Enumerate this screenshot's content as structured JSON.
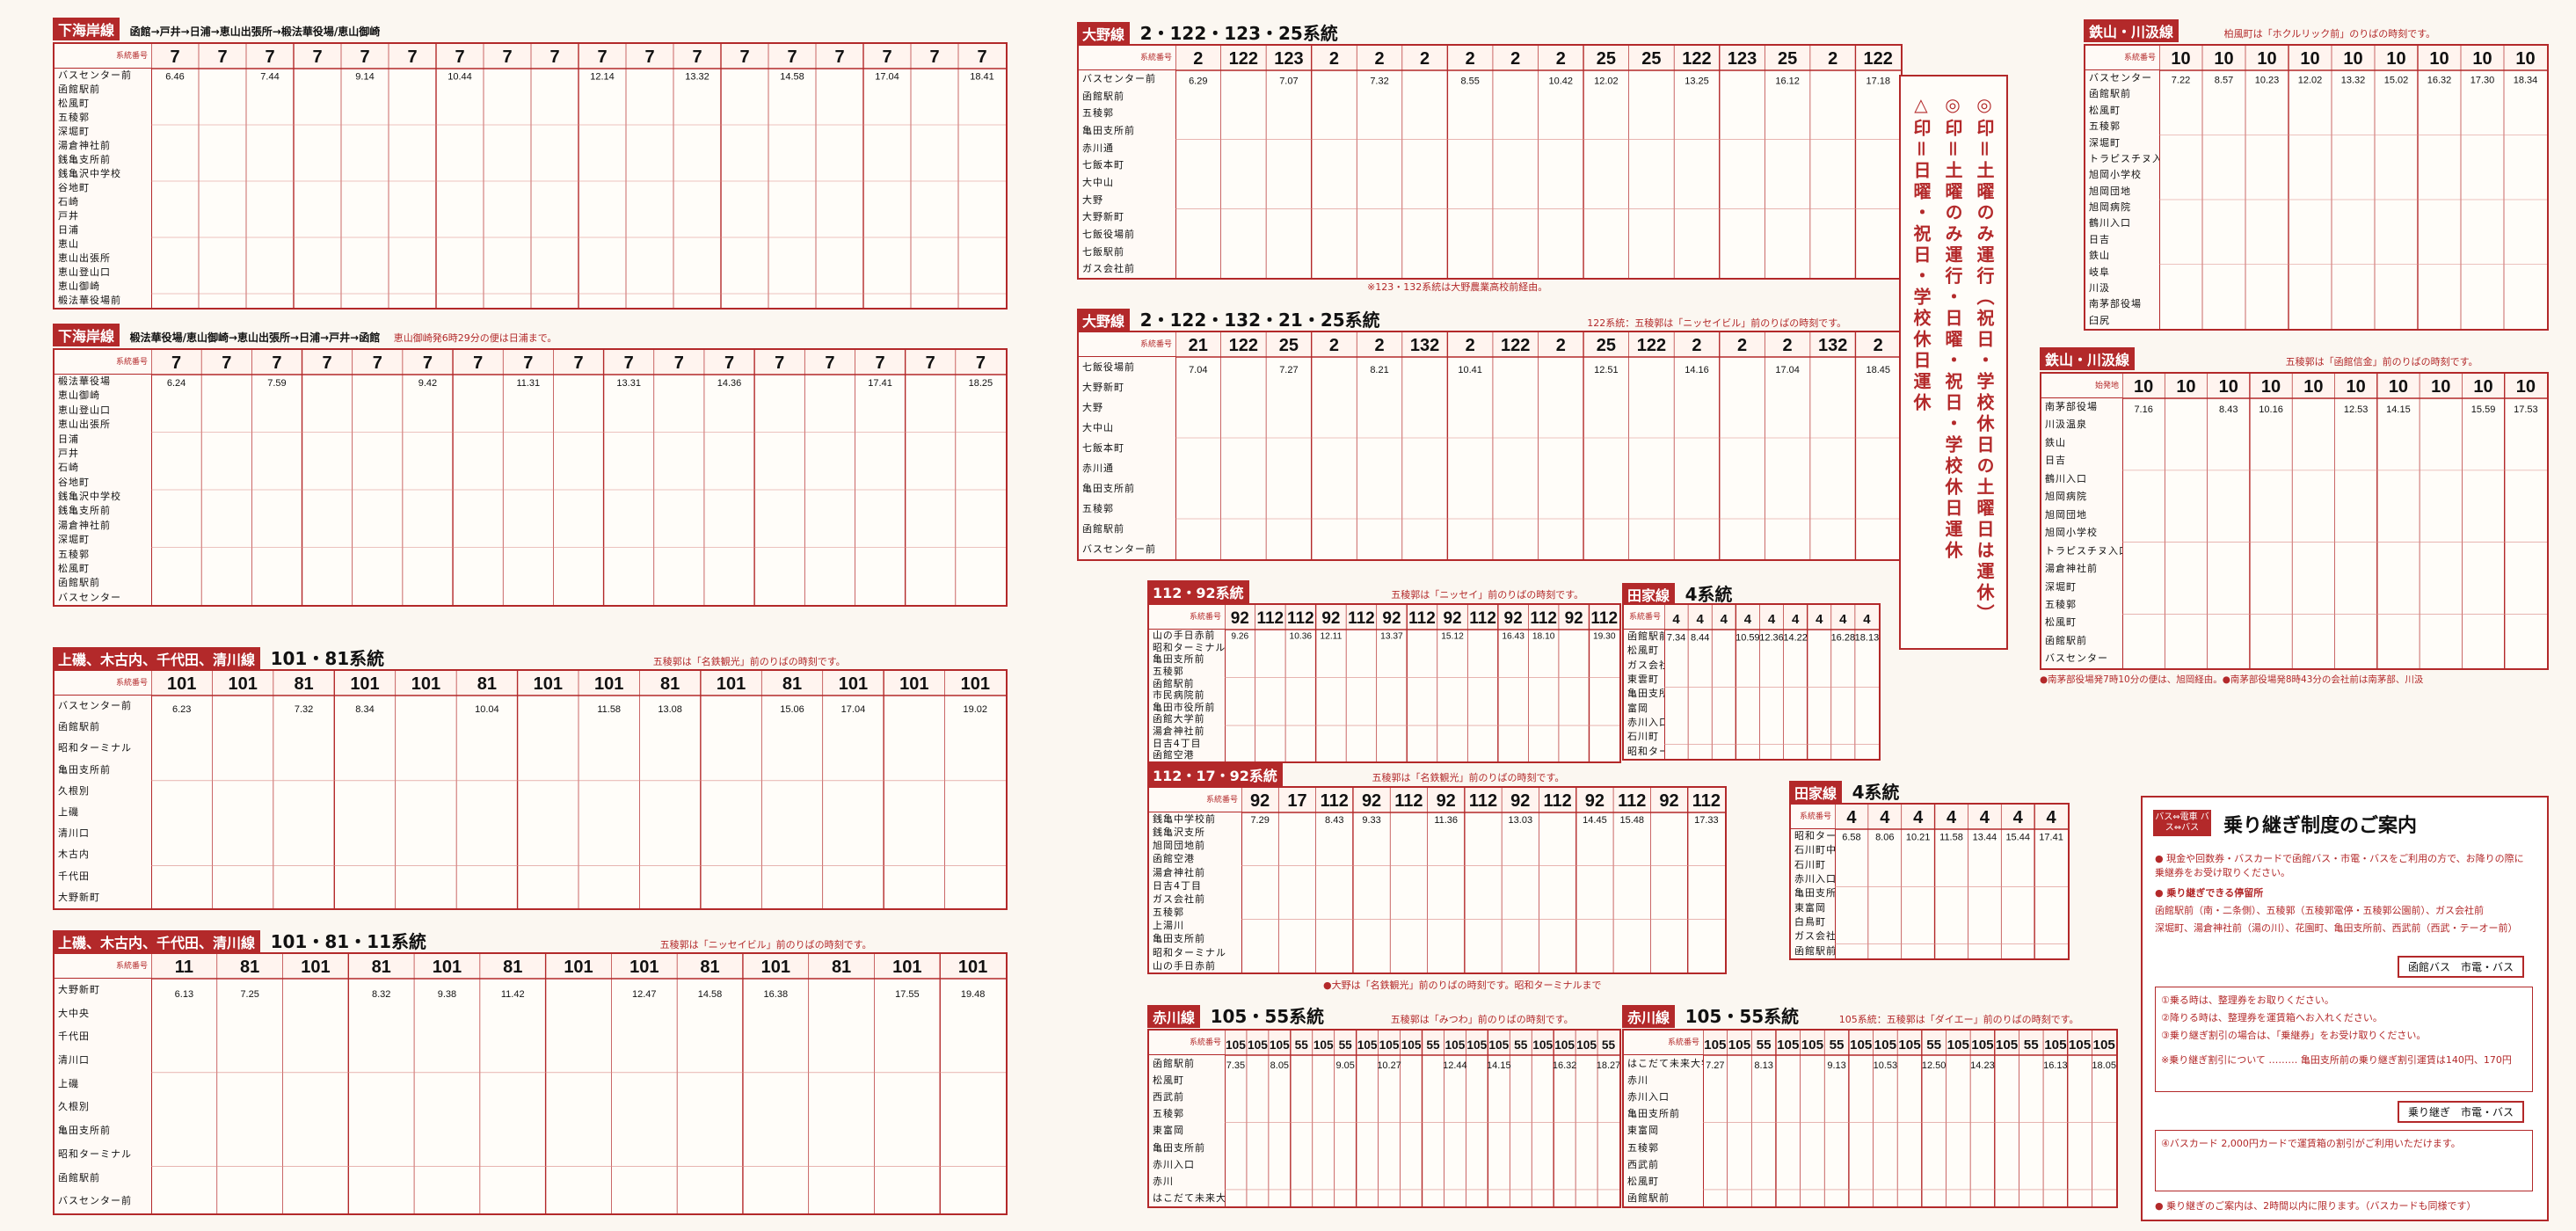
{
  "sections": [
    {
      "id": "shimokaigan-1",
      "title": "下海岸線",
      "route": "函館→戸井→日浦→恵山出張所→椴法華役場/恵山御崎",
      "note": "",
      "badge": "",
      "stops": [
        "系統番号",
        "バスセンター前",
        "函館駅前",
        "松風町",
        "五稜郭",
        "深堀町",
        "湯倉神社前",
        "銭亀支所前",
        "銭亀沢中学校",
        "谷地町",
        "石崎",
        "戸井",
        "日浦",
        "恵山",
        "恵山出張所",
        "恵山登山口",
        "恵山御崎",
        "椴法華役場前"
      ],
      "headers": [
        "7",
        "7",
        "7",
        "7",
        "7",
        "7",
        "7",
        "7",
        "7",
        "7",
        "7",
        "7",
        "7",
        "7",
        "7",
        "7",
        "7",
        "7"
      ],
      "times": [
        "6.46",
        "7.44",
        "9.14",
        "10.44",
        "12.14",
        "13.32",
        "14.58",
        "17.04",
        "18.41"
      ]
    },
    {
      "id": "shimokaigan-2",
      "title": "下海岸線",
      "route": "椴法華役場/恵山御崎→恵山出張所→日浦→戸井→函館",
      "note": "恵山御崎発6時29分の便は日浦まで。",
      "badge": "",
      "stops": [
        "系統番号",
        "椴法華役場",
        "恵山御崎",
        "恵山登山口",
        "恵山出張所",
        "日浦",
        "戸井",
        "石崎",
        "谷地町",
        "銭亀沢中学校",
        "銭亀支所前",
        "湯倉神社前",
        "深堀町",
        "五稜郭",
        "松風町",
        "函館駅前",
        "バスセンター"
      ],
      "headers": [
        "7",
        "7",
        "7",
        "7",
        "7",
        "7",
        "7",
        "7",
        "7",
        "7",
        "7",
        "7",
        "7",
        "7",
        "7",
        "7",
        "7"
      ],
      "times": [
        "6.24",
        "7.59",
        "9.42",
        "11.31",
        "13.31",
        "14.36",
        "17.41",
        "18.25"
      ]
    },
    {
      "id": "kamiiso-1",
      "title": "上磯、木古内、千代田、清川線",
      "route": "101・81系統",
      "note": "五稜郭は「名鉄観光」前のりばの時刻です。",
      "badge": "",
      "stops": [
        "系統番号",
        "バスセンター前",
        "函館駅前",
        "昭和ターミナル",
        "亀田支所前",
        "久根別",
        "上磯",
        "清川口",
        "木古内",
        "千代田",
        "大野新町"
      ],
      "headers": [
        "101",
        "101",
        "81",
        "101",
        "101",
        "81",
        "101",
        "101",
        "81",
        "101",
        "81",
        "101",
        "101",
        "101"
      ],
      "times": [
        "6.23",
        "7.32",
        "8.34",
        "10.04",
        "11.58",
        "13.08",
        "15.06",
        "17.04",
        "19.02"
      ]
    },
    {
      "id": "kamiiso-2",
      "title": "上磯、木古内、千代田、清川線",
      "route": "101・81・11系統",
      "note": "五稜郭は「ニッセイビル」前のりばの時刻です。",
      "badge": "",
      "stops": [
        "系統番号",
        "大野新町",
        "大中央",
        "千代田",
        "清川口",
        "上磯",
        "久根別",
        "亀田支所前",
        "昭和ターミナル",
        "函館駅前",
        "バスセンター前"
      ],
      "headers": [
        "11",
        "81",
        "101",
        "81",
        "101",
        "81",
        "101",
        "101",
        "81",
        "101",
        "81",
        "101",
        "101"
      ],
      "times": [
        "6.13",
        "7.25",
        "8.32",
        "9.38",
        "11.42",
        "12.47",
        "14.58",
        "16.38",
        "17.55",
        "19.48"
      ]
    },
    {
      "id": "ono-1",
      "title": "大野線",
      "route": "2・122・123・25系統",
      "note": "※123・132系統は大野農業高校前経由。",
      "badge": "",
      "stops": [
        "系統番号",
        "バスセンター前",
        "函館駅前",
        "五稜郭",
        "亀田支所前",
        "赤川通",
        "七飯本町",
        "大中山",
        "大野",
        "大野新町",
        "七飯役場前",
        "七飯駅前",
        "ガス会社前"
      ],
      "headers": [
        "2",
        "122",
        "123",
        "2",
        "2",
        "2",
        "2",
        "2",
        "2",
        "25",
        "25",
        "122",
        "123",
        "25",
        "2",
        "122"
      ],
      "times": [
        "6.29",
        "7.07",
        "7.32",
        "8.55",
        "10.42",
        "12.02",
        "13.25",
        "16.12",
        "17.18"
      ]
    },
    {
      "id": "ono-2",
      "title": "大野線",
      "route": "2・122・132・21・25系統",
      "note": "122系統：五稜郭は「ニッセイビル」前のりばの時刻です。",
      "badge": "",
      "stops": [
        "系統番号",
        "七飯役場前",
        "大野新町",
        "大野",
        "大中山",
        "七飯本町",
        "赤川通",
        "亀田支所前",
        "五稜郭",
        "函館駅前",
        "バスセンター前"
      ],
      "headers": [
        "21",
        "122",
        "25",
        "2",
        "2",
        "132",
        "2",
        "122",
        "2",
        "25",
        "122",
        "2",
        "2",
        "2",
        "132",
        "2"
      ],
      "times": [
        "7.04",
        "7.27",
        "8.21",
        "10.41",
        "12.51",
        "14.16",
        "17.04",
        "18.45"
      ]
    },
    {
      "id": "r112-1",
      "title": "112・92系統",
      "route": "",
      "note": "五稜郭は「ニッセイ」前のりばの時刻です。",
      "badge": "",
      "stops": [
        "系統番号",
        "山の手日赤前",
        "昭和ターミナル",
        "亀田支所前",
        "五稜郭",
        "函館駅前",
        "市民病院前",
        "亀田市役所前",
        "函館大学前",
        "湯倉神社前",
        "日吉4丁目",
        "函館空港"
      ],
      "headers": [
        "92",
        "112",
        "112",
        "92",
        "112",
        "92",
        "112",
        "92",
        "112",
        "92",
        "112",
        "92",
        "112"
      ],
      "times": [
        "9.26",
        "10.36",
        "12.11",
        "13.37",
        "15.12",
        "16.43",
        "18.10",
        "19.30"
      ]
    },
    {
      "id": "r112-2",
      "title": "112・17・92系統",
      "route": "",
      "note": "五稜郭は「名鉄観光」前のりばの時刻です。",
      "badge": "",
      "stops": [
        "系統番号",
        "銭亀中学校前",
        "銭亀沢支所",
        "旭岡団地前",
        "函館空港",
        "湯倉神社前",
        "日吉4丁目",
        "ガス会社前",
        "五稜郭",
        "上湯川",
        "亀田支所前",
        "昭和ターミナル",
        "山の手日赤前"
      ],
      "headers": [
        "92",
        "17",
        "112",
        "92",
        "112",
        "92",
        "112",
        "92",
        "112",
        "92",
        "112",
        "92",
        "112"
      ],
      "times": [
        "7.29",
        "8.43",
        "9.33",
        "11.36",
        "13.03",
        "14.45",
        "15.48",
        "17.33"
      ]
    },
    {
      "id": "denka-1",
      "title": "田家線",
      "route": "4系統",
      "note": "",
      "badge": "",
      "stops": [
        "系統番号",
        "函館駅前",
        "松風町",
        "ガス会社前",
        "東雲町",
        "亀田支所前",
        "富岡",
        "赤川入口",
        "石川町",
        "昭和ターミナル"
      ],
      "headers": [
        "4",
        "4",
        "4",
        "4",
        "4",
        "4",
        "4",
        "4",
        "4"
      ],
      "times": [
        "7.34",
        "8.44",
        "10.59",
        "12.36",
        "14.22",
        "16.28",
        "18.13"
      ]
    },
    {
      "id": "denka-2",
      "title": "田家線",
      "route": "4系統",
      "note": "",
      "badge": "",
      "stops": [
        "系統番号",
        "昭和ターミナル",
        "石川町中央",
        "石川町",
        "赤川入口",
        "亀田支所前",
        "東富岡",
        "白鳥町",
        "ガス会社前",
        "函館駅前"
      ],
      "headers": [
        "4",
        "4",
        "4",
        "4",
        "4",
        "4",
        "4"
      ],
      "times": [
        "6.58",
        "8.06",
        "10.21",
        "11.58",
        "13.44",
        "15.44",
        "17.41"
      ]
    },
    {
      "id": "akagawa-1",
      "title": "赤川線",
      "route": "105・55系統",
      "note": "五稜郭は「みつわ」前のりばの時刻です。",
      "badge": "",
      "stops": [
        "系統番号",
        "函館駅前",
        "松風町",
        "西武前",
        "五稜郭",
        "東富岡",
        "亀田支所前",
        "赤川入口",
        "赤川",
        "はこだて未来大学"
      ],
      "headers": [
        "105",
        "105",
        "105",
        "55",
        "105",
        "55",
        "105",
        "105",
        "105",
        "55",
        "105",
        "105",
        "105",
        "55",
        "105",
        "105",
        "105",
        "55"
      ],
      "times": [
        "7.35",
        "8.05",
        "9.05",
        "10.27",
        "12.44",
        "14.15",
        "16.32",
        "18.27"
      ]
    },
    {
      "id": "akagawa-2",
      "title": "赤川線",
      "route": "105・55系統",
      "note": "105系統：五稜郭は「ダイエー」前のりばの時刻です。",
      "badge": "",
      "stops": [
        "系統番号",
        "はこだて未来大学",
        "赤川",
        "赤川入口",
        "亀田支所前",
        "東富岡",
        "五稜郭",
        "西武前",
        "松風町",
        "函館駅前"
      ],
      "headers": [
        "105",
        "105",
        "55",
        "105",
        "105",
        "55",
        "105",
        "105",
        "105",
        "55",
        "105",
        "105",
        "105",
        "55",
        "105",
        "105",
        "105"
      ],
      "times": [
        "7.27",
        "8.13",
        "9.13",
        "10.53",
        "12.50",
        "14.23",
        "16.13",
        "18.05"
      ]
    },
    {
      "id": "tetsuzan-1",
      "title": "鉄山・川汲線",
      "route": "",
      "note": "柏風町は「ホクルリック前」のりばの時刻です。",
      "badge": "",
      "stops": [
        "系統番号",
        "バスセンター",
        "函館駅前",
        "松風町",
        "五稜郭",
        "深堀町",
        "トラピスチヌ入口",
        "旭岡小学校",
        "旭岡団地",
        "旭岡病院",
        "鶴川入口",
        "日吉",
        "鉄山",
        "岐阜",
        "川汲",
        "南茅部役場",
        "臼尻"
      ],
      "headers": [
        "10",
        "10",
        "10",
        "10",
        "10",
        "10",
        "10",
        "10",
        "10"
      ],
      "times": [
        "7.22",
        "8.57",
        "10.23",
        "12.02",
        "13.32",
        "15.02",
        "16.32",
        "17.30",
        "18.34"
      ]
    },
    {
      "id": "tetsuzan-2",
      "title": "鉄山・川汲線",
      "route": "",
      "note": "五稜郭は「函館信金」前のりばの時刻です。",
      "badge": "",
      "stops": [
        "始発地",
        "南茅部役場",
        "川汲温泉",
        "鉄山",
        "日吉",
        "鶴川入口",
        "旭岡病院",
        "旭岡団地",
        "旭岡小学校",
        "トラピスチヌ入口",
        "湯倉神社前",
        "深堀町",
        "五稜郭",
        "松風町",
        "函館駅前",
        "バスセンター"
      ],
      "headers": [
        "10",
        "10",
        "10",
        "10",
        "10",
        "10",
        "10",
        "10",
        "10",
        "10"
      ],
      "times": [
        "7.16",
        "8.43",
        "10.16",
        "12.53",
        "14.15",
        "15.59",
        "17.53"
      ]
    }
  ],
  "legend": {
    "line1": "◎印＝土曜のみ運行（祝日・学校休日の土曜日は運休）",
    "line2": "◎印＝土曜のみ運行・日曜・祝日・学校休日運休",
    "line3": "△印＝日曜・祝日・学校休日運休"
  },
  "transfer": {
    "badge": "バス⇔電車 バス⇔バス",
    "title": "乗り継ぎ制度のご案内",
    "lines": [
      "● 現金や回数券・バスカードで函館バス・市電・バスをご利用の方で、お降りの際に乗継券をお受け取りください。",
      "● 乗り継ぎできる停留所",
      "函館駅前（南・二条側）、五稜郭（五稜郭電停・五稜郭公園前）、ガス会社前",
      "深堀町、湯倉神社前（湯の川）、花園町、亀田支所前、西武前（西武・テーオー前）"
    ],
    "pill1": "函館バス　市電・バス",
    "pill2": "乗り継ぎ　市電・バス",
    "notes": [
      "①乗る時は、整理券をお取りください。",
      "②降りる時は、整理券を運賃箱へお入れください。",
      "③乗り継ぎ割引の場合は、「乗継券」をお受け取りください。",
      "※乗り継ぎ割引について ……… 亀田支所前の乗り継ぎ割引運賃は140円、170円",
      "④バスカード 2,000円カードで運賃箱の割引がご利用いただけます。"
    ],
    "footer": "● 乗り継ぎのご案内は、2時間以内に限ります。（バスカードも同様です）"
  },
  "footnotes": {
    "ono": "※123・132系統は大野農業高校前経由。",
    "tetsuzan": "●南茅部役場発7時10分の便は、旭岡経由。●南茅部役場発8時43分の会社前は南茅部、川汲",
    "kamiiso": "●大野は「名鉄観光」前のりばの時刻です。昭和ターミナルまで"
  },
  "colors": {
    "accent": "#b3292a",
    "paper": "#fbf7f1",
    "ink": "#111111"
  }
}
